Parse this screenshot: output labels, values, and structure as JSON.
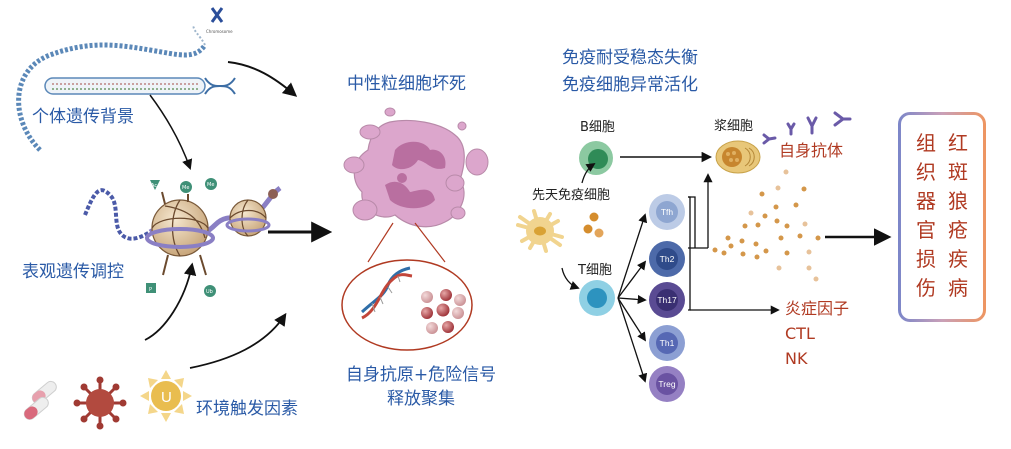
{
  "diagram": {
    "colors": {
      "label_blue": "#2a5aa6",
      "label_red": "#b03a22",
      "arrow": "#111111",
      "neutrophil": "#d9a3c7",
      "neutrophil_nucleus": "#b96fa0",
      "zoom_circle": "#b03a22",
      "b_cell": "#6dbb8a",
      "t_cell": "#6fc0dc",
      "plasma_cell": "#e6c46e",
      "cytokine_dots": "#d4974a",
      "antibody": "#6a5aa8",
      "outcome_gradient_start": "#7b86c9",
      "outcome_gradient_end": "#ee9560"
    },
    "left_column": {
      "genetic": {
        "label": "个体遗传背景",
        "icon": "dna-chromosome-icon",
        "chromosome_caption": "Chromosome"
      },
      "epigenetic": {
        "label": "表观遗传调控",
        "icon": "nucleosome-icon",
        "modification_tags": [
          "Ac",
          "Me",
          "Me",
          "P",
          "Ub"
        ]
      },
      "environment": {
        "label": "环境触发因素",
        "icons": [
          "pill-capsule-icon",
          "virus-icon",
          "uv-sun-icon"
        ],
        "sun_letter": "U"
      }
    },
    "middle_column": {
      "title": "中性粒细胞坏死",
      "neutrophil_icon": "necrotic-neutrophil-icon",
      "zoom_contents": [
        "dna-helix-icon",
        "nucleosome-particles-icon"
      ],
      "caption_line1": "自身抗原+危险信号",
      "caption_line2": "释放聚集"
    },
    "immune_section": {
      "title_line1": "免疫耐受稳态失衡",
      "title_line2": "免疫细胞异常活化",
      "b_cell_label": "B细胞",
      "innate_label": "先天免疫细胞",
      "t_cell_label": "T细胞",
      "plasma_label": "浆细胞",
      "t_subsets": [
        "Tfh",
        "Th2",
        "Th17",
        "Th1",
        "Treg"
      ],
      "autoantibody_label": "自身抗体",
      "effectors": [
        "炎症因子",
        "CTL",
        "NK"
      ]
    },
    "outcome": {
      "column_left": [
        "组",
        "织",
        "器",
        "官",
        "损",
        "伤"
      ],
      "column_right": [
        "红",
        "斑",
        "狼",
        "疮",
        "疾",
        "病"
      ]
    }
  }
}
